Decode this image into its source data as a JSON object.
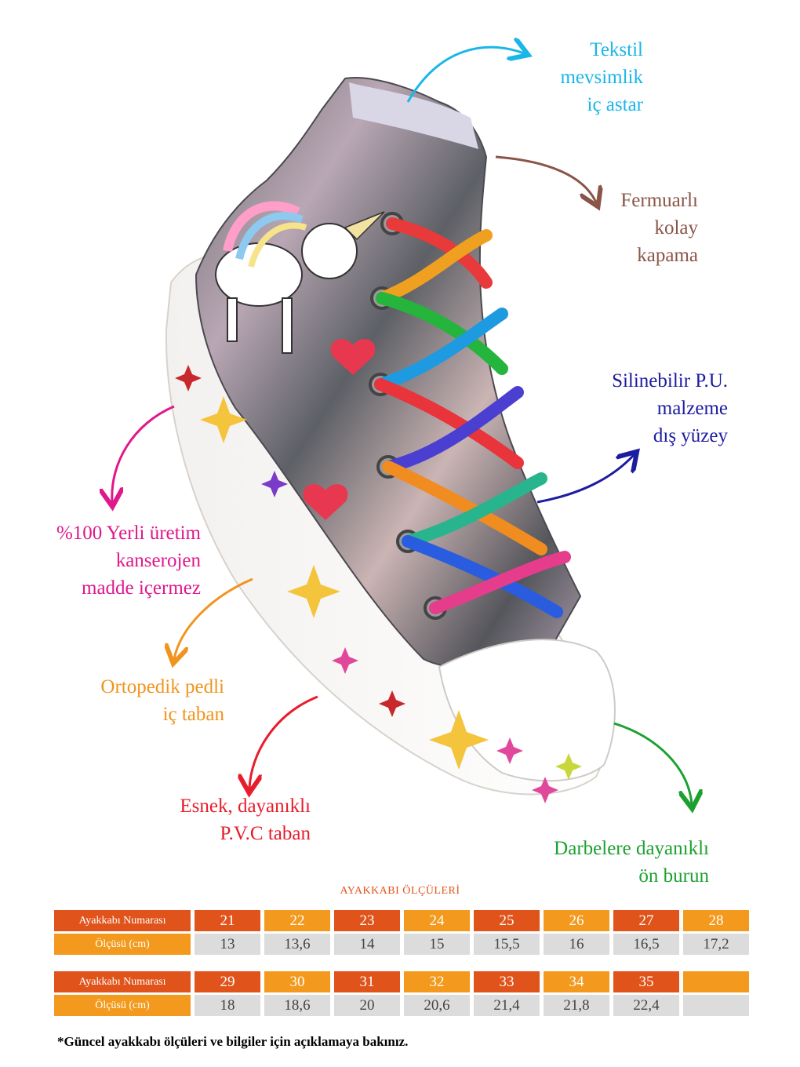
{
  "callouts": {
    "tekstil": {
      "line1": "Tekstil",
      "line2": "mevsimlik",
      "line3": "iç astar",
      "color": "#1ab6e8"
    },
    "fermuar": {
      "line1": "Fermuarlı",
      "line2": "kolay",
      "line3": "kapama",
      "color": "#8a5548"
    },
    "silinebilir": {
      "line1": "Silinebilir P.U.",
      "line2": "malzeme",
      "line3": "dış yüzey",
      "color": "#1c1ca0"
    },
    "yerli": {
      "line1": "%100 Yerli üretim",
      "line2": "kanserojen",
      "line3": "madde içermez",
      "color": "#e0188c"
    },
    "ortopedik": {
      "line1": "Ortopedik pedli",
      "line2": "iç taban",
      "color": "#f0941e"
    },
    "esnek": {
      "line1": "Esnek, dayanıklı",
      "line2": "P.V.C taban",
      "color": "#e81c2a"
    },
    "darbe": {
      "line1": "Darbelere dayanıklı",
      "line2": "ön burun",
      "color": "#1ca030"
    }
  },
  "sizes": {
    "title": "AYAKKABI ÖLÇÜLERİ",
    "number_label": "Ayakkabı Numarası",
    "cm_label": "Ölçüsü (cm)",
    "table1": {
      "numbers": [
        "21",
        "22",
        "23",
        "24",
        "25",
        "26",
        "27",
        "28"
      ],
      "cms": [
        "13",
        "13,6",
        "14",
        "15",
        "15,5",
        "16",
        "16,5",
        "17,2"
      ]
    },
    "table2": {
      "numbers": [
        "29",
        "30",
        "31",
        "32",
        "33",
        "34",
        "35",
        ""
      ],
      "cms": [
        "18",
        "18,6",
        "20",
        "20,6",
        "21,4",
        "21,8",
        "22,4",
        ""
      ]
    }
  },
  "footnote": "*Güncel ayakkabı ölçüleri ve bilgiler için açıklamaya bakınız.",
  "colors": {
    "orange_dark": "#e0541c",
    "orange_light": "#f39a1e",
    "cell_grey": "#dcdcdc"
  }
}
